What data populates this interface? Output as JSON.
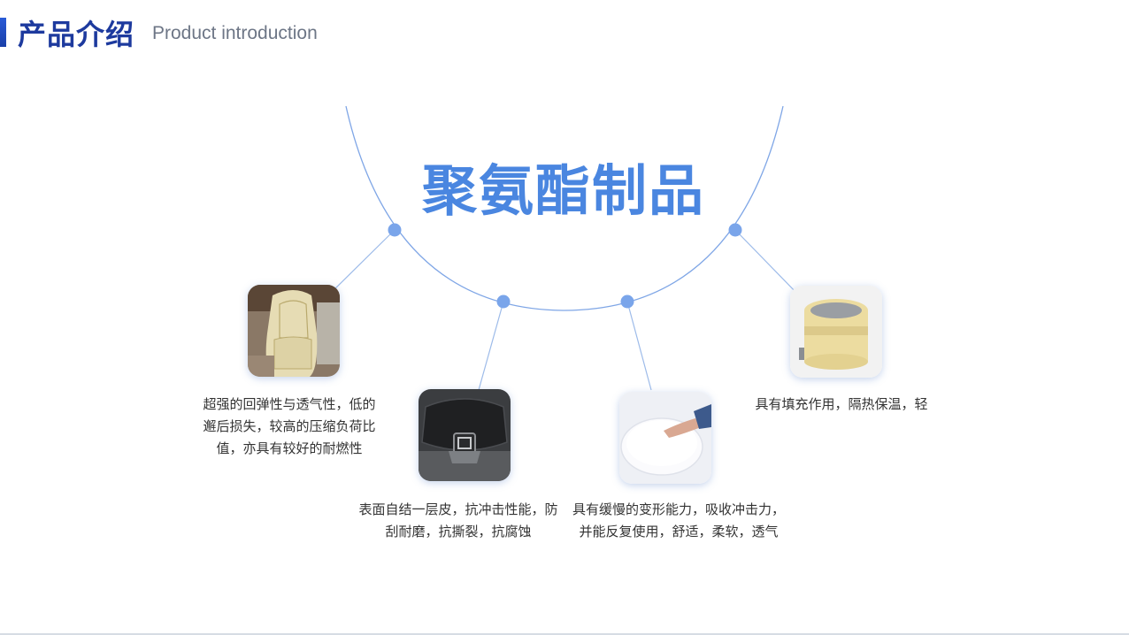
{
  "header": {
    "title": "产品介绍",
    "subtitle": "Product introduction"
  },
  "main": {
    "title": "聚氨酯制品"
  },
  "products": [
    {
      "image": "car-seat-foam",
      "description": "超强的回弹性与透气性，低的邂后损失，较高的压缩负荷比值，亦具有较好的耐燃性"
    },
    {
      "image": "black-integral-skin-part",
      "description": "表面自结一层皮，抗冲击性能，防刮耐磨，抗撕裂，抗腐蚀"
    },
    {
      "image": "memory-foam-pad",
      "description": "具有缓慢的变形能力，吸收冲击力，并能反复使用，舒适，柔软，透气"
    },
    {
      "image": "foam-insulated-cylinder",
      "description": "具有填充作用，隔热保温，轻"
    }
  ],
  "colors": {
    "accent": "#1d3a9e",
    "title": "#4a86e0",
    "connector": "#7fa6e6",
    "node": "#7aa5ea"
  }
}
